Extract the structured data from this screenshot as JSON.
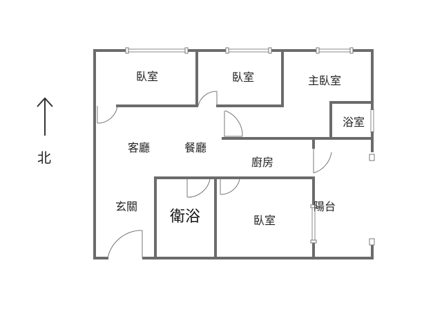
{
  "compass": {
    "label": "北",
    "icon": "north-arrow-icon"
  },
  "rooms": {
    "bedroom1": "臥室",
    "bedroom2": "臥室",
    "master_bedroom": "主臥室",
    "master_bath": "浴室",
    "living_room": "客廳",
    "dining_room": "餐廳",
    "kitchen": "廚房",
    "entrance": "玄關",
    "bathroom": "衛浴",
    "bedroom3": "臥室",
    "balcony": "陽台"
  },
  "colors": {
    "wall": "#6b6b6b",
    "text": "#222222"
  }
}
